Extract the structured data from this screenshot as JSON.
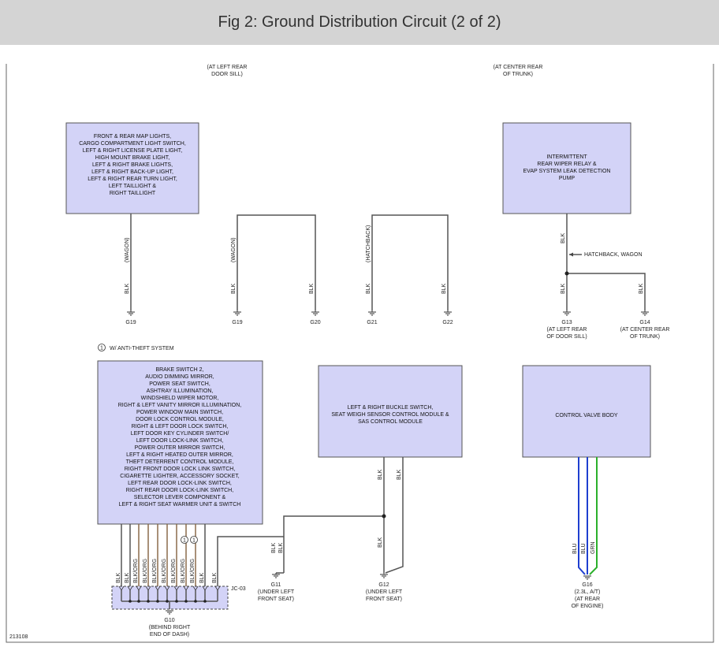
{
  "header": {
    "title": "Fig 2: Ground Distribution Circuit (2 of 2)"
  },
  "top_notes": {
    "left_rear_sill": [
      "(AT LEFT REAR",
      "DOOR SILL)"
    ],
    "center_rear_trunk": [
      "(AT CENTER REAR",
      "OF TRUNK)"
    ]
  },
  "boxes": {
    "lights": [
      "FRONT & REAR MAP LIGHTS,",
      "CARGO COMPARTMENT LIGHT SWITCH,",
      "LEFT & RIGHT LICENSE PLATE LIGHT,",
      "HIGH MOUNT BRAKE LIGHT,",
      "LEFT & RIGHT BRAKE LIGHTS,",
      "LEFT & RIGHT BACK-UP LIGHT,",
      "LEFT & RIGHT REAR TURN LIGHT,",
      "LEFT TAILLIGHT &",
      "RIGHT TAILLIGHT"
    ],
    "wiper": [
      "INTERMITTENT",
      "REAR WIPER RELAY &",
      "EVAP SYSTEM LEAK DETECTION",
      "PUMP"
    ],
    "brake": [
      "BRAKE SWITCH 2,",
      "AUDIO DIMMING MIRROR,",
      "POWER SEAT SWITCH,",
      "ASHTRAY ILLUMINATION,",
      "WINDSHIELD WIPER MOTOR,",
      "RIGHT & LEFT VANITY MIRROR ILLUMINATION,",
      "POWER WINDOW MAIN SWITCH,",
      "DOOR LOCK CONTROL MODULE,",
      "RIGHT & LEFT DOOR LOCK SWITCH,",
      "LEFT DOOR KEY CYLINDER SWITCH/",
      "LEFT DOOR LOCK-LINK SWITCH,",
      "POWER OUTER MIRROR SWITCH,",
      "LEFT & RIGHT HEATED OUTER MIRROR,",
      "THEFT DETERRENT CONTROL MODULE,",
      "RIGHT FRONT DOOR LOCK LINK SWITCH,",
      "CIGARETTE LIGHTER, ACCESSORY SOCKET,",
      "LEFT REAR DOOR LOCK-LINK SWITCH,",
      "RIGHT REAR DOOR LOCK-LINK SWITCH,",
      "SELECTOR LEVER COMPONENT &",
      "LEFT & RIGHT SEAT WARMER UNIT & SWITCH"
    ],
    "buckle": [
      "LEFT & RIGHT BUCKLE SWITCH,",
      "SEAT WEIGH SENSOR CONTROL MODULE &",
      "SAS CONTROL MODULE"
    ],
    "valve": [
      "CONTROL VALVE BODY"
    ]
  },
  "wire_labels": {
    "blk": "BLK",
    "blk_org": "BLK/ORG",
    "blu": "BLU",
    "grn": "GRN",
    "wagon": "(WAGON)",
    "hatchback": "(HATCHBACK)",
    "hatchback_wagon": "HATCHBACK, WAGON"
  },
  "legend": {
    "symbol": "1",
    "text": "W/ ANTI-THEFT SYSTEM"
  },
  "grounds": {
    "g19a": "G19",
    "g19b": "G19",
    "g20": "G20",
    "g21": "G21",
    "g22": "G22",
    "g13": [
      "G13",
      "(AT LEFT REAR",
      "OF DOOR SILL)"
    ],
    "g14": [
      "G14",
      "(AT CENTER REAR",
      "OF TRUNK)"
    ],
    "g11": [
      "G11",
      "(UNDER LEFT",
      "FRONT SEAT)"
    ],
    "g12": [
      "G12",
      "(UNDER LEFT",
      "FRONT SEAT)"
    ],
    "g16": [
      "G16",
      "(2.3L, A/T)",
      "(AT REAR",
      "OF ENGINE)"
    ],
    "g10": [
      "G10",
      "(BEHIND RIGHT",
      "END OF DASH)"
    ]
  },
  "connector": "JC-03",
  "figure_number": "213108",
  "colors": {
    "box_fill": "#d3d3f7",
    "wire_gray": "#555555",
    "wire_brown": "#8a6a4a",
    "wire_blue": "#1f3fd0",
    "wire_green": "#2bb02b",
    "header_bg": "#d4d4d4"
  }
}
